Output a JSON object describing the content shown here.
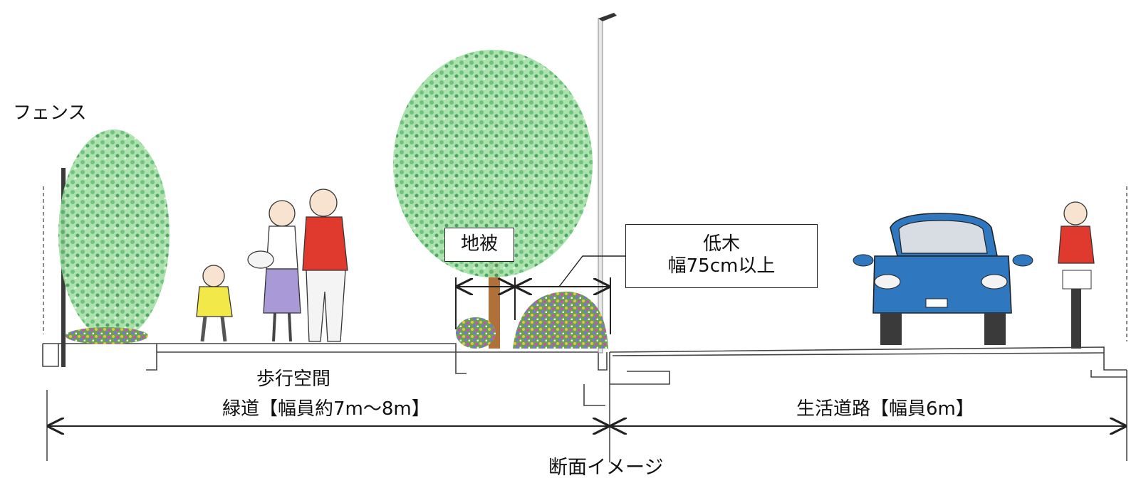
{
  "labels": {
    "fence": "フェンス",
    "ground_cover": "地被",
    "low_tree_line1": "低木",
    "low_tree_line2": "幅75cm以上",
    "walk_space": "歩行空間",
    "greenway": "緑道【幅員約7m〜8m】",
    "living_road": "生活道路【幅員6m】",
    "caption": "断面イメージ"
  },
  "colors": {
    "line": "#222222",
    "tree_leaf": "#7fcf86",
    "tree_leaf_dark": "#3f9a57",
    "trunk": "#b0703a",
    "car_body": "#2f78c0",
    "shirt_red": "#e03a2e",
    "shirt_yellow": "#f2e84a",
    "skirt": "#a999d6"
  }
}
